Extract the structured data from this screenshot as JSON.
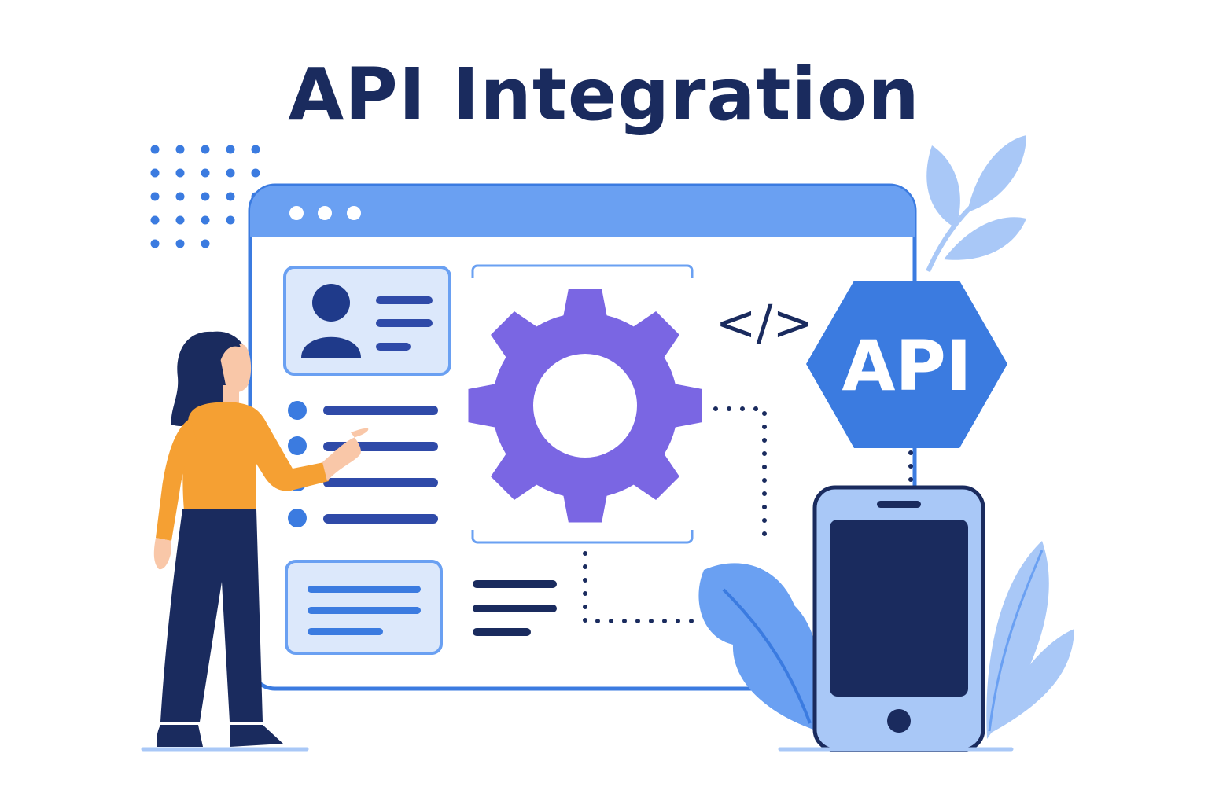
{
  "title": "API Integration",
  "badge": {
    "label": "API"
  },
  "code_tag": {
    "label": "</>"
  },
  "colors": {
    "navy": "#1a2b5e",
    "blue": "#3b7be0",
    "light_blue": "#6aa0f2",
    "pale_blue": "#dce8fb",
    "purple": "#7a66e3",
    "orange": "#f5a033",
    "leaf": "#a9c8f7"
  },
  "icons": [
    "dot-grid",
    "browser-window",
    "user-profile-icon",
    "gear-icon",
    "code-brackets-icon",
    "api-hexagon",
    "smartphone-icon",
    "leaf-plant",
    "woman-pointing"
  ]
}
